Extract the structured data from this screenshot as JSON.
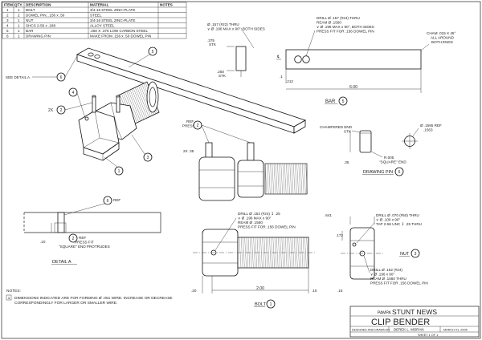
{
  "bom": {
    "headers": [
      "ITEM",
      "QTY.",
      "DESCRIPTION",
      "MATERIAL",
      "NOTES"
    ],
    "rows": [
      {
        "item": "1",
        "qty": "1",
        "description": "BOLT",
        "material": "3/4-16 STEEL ZINC-PLATE",
        "notes": ""
      },
      {
        "item": "2",
        "qty": "2",
        "description": "DOWEL PIN, .156 x .50",
        "material": "STEEL",
        "notes": ""
      },
      {
        "item": "3",
        "qty": "1",
        "description": "NUT",
        "material": "3/4-16 STEEL ZINC-PLATE",
        "notes": ""
      },
      {
        "item": "4",
        "qty": "1",
        "description": "SHCS 2-56 x .188",
        "material": "ALLOY STEEL",
        "notes": ""
      },
      {
        "item": "5",
        "qty": "1",
        "description": "BAR",
        "material": ".250 X .375 LOW CARBON STEEL",
        "notes": ""
      },
      {
        "item": "6",
        "qty": "1",
        "description": "DRAWING PIN",
        "material": "MAKE FROM .156 x .50 DOWEL PIN",
        "notes": ""
      }
    ]
  },
  "iso": {
    "see_detail": "SEE DETAIL A",
    "balloons": [
      "1",
      "2",
      "3",
      "4",
      "5",
      "6"
    ],
    "qty_2x": "2X"
  },
  "bar_view": {
    "drill_note": [
      "Ø .157 (#22) THRU",
      "∨ Ø .196 MAX x 90°, BOTH SIDES"
    ],
    "drill_note2": [
      "DRILL Ø .157 (#24) THRU",
      "REAM Ø .1560",
      "∨ Ø .196 MAX x 90°, BOTH SIDES",
      "PRESS FIT FOR .156 DOWEL PIN"
    ],
    "cham_note": [
      "CHAM .015 X 45°",
      "ALL AROUND",
      "BOTH ENDS"
    ],
    "dims": {
      "stk1": [
        ".375",
        "STK"
      ],
      "stk2": [
        ".250",
        "STK"
      ],
      "d1": ".1",
      "d2": ".212",
      "length": "6.00"
    },
    "label": "BAR",
    "balloon": "5"
  },
  "pin_view": {
    "chamfer_note": [
      "CHAMFERED END",
      "STK"
    ],
    "dia_note": [
      "Ø .1565 REF",
      ".1563"
    ],
    "len": ".35",
    "square_note": [
      "R.005",
      "\"SQUARE\" END"
    ],
    "label": "DRAWING PIN",
    "balloon": "6"
  },
  "assembly_view": {
    "ref": [
      "REF",
      "PRESS FIT"
    ],
    "dim_2x": "2X .35",
    "balloon": "2"
  },
  "detail_a": {
    "ref": "REF",
    "press_note": [
      "REF",
      "PRESS FIT",
      "\"SQUARE\" END PROTRUDES"
    ],
    "dim": ".10",
    "label": "DETAIL A",
    "balloons": [
      "6",
      "2"
    ]
  },
  "bolt_view": {
    "drill_note": [
      "DRILL Ø .152 (#24) ↧ .25",
      "∨ Ø .196 MAX x 90°",
      "REAM Ø .1560",
      "PRESS FIT FOR .156 DOWEL PIN"
    ],
    "dims": {
      "head": ".20",
      "length": "2.00",
      "d": ".10"
    },
    "label": "BOLT",
    "balloon": "1"
  },
  "nut_view": {
    "drill_note": [
      "DRILL Ø .070 (#50) THRU",
      "∨ Ø .100 x 90°",
      "TAP 2-56 UNC  ↧ .25 THRU"
    ],
    "drill_note2": [
      "DRILL Ø .152 (#24)",
      "∨ Ø .196 x 90°",
      "REAM Ø .1560 THRU",
      "PRESS FIT FOR .156 DOWEL PIN"
    ],
    "dims": {
      "w": ".641",
      "h": ".172",
      "d": ".15"
    },
    "label": "NUT",
    "balloon": "3"
  },
  "notes": {
    "heading": "NOTES:",
    "items": [
      {
        "num": "1",
        "text": "DIMENSIONS INDICATED ARE FOR FORMING Ø .051 WIRE.  INCREASE OR DECREASE",
        "text2": "CORRESPONDINGLY FOR LARGER OR SMALLER WIRE."
      }
    ]
  },
  "title_block": {
    "publisher_small": "PAMPA",
    "publisher": "STUNT NEWS",
    "title": "CLIP BENDER",
    "designed_by_label": "DESIGNED AND DRAWN BY:",
    "designer": "DEREK L. MORAN",
    "date": "MARCH 01, 2005",
    "sheet": "SHEET 1 OF 1"
  }
}
